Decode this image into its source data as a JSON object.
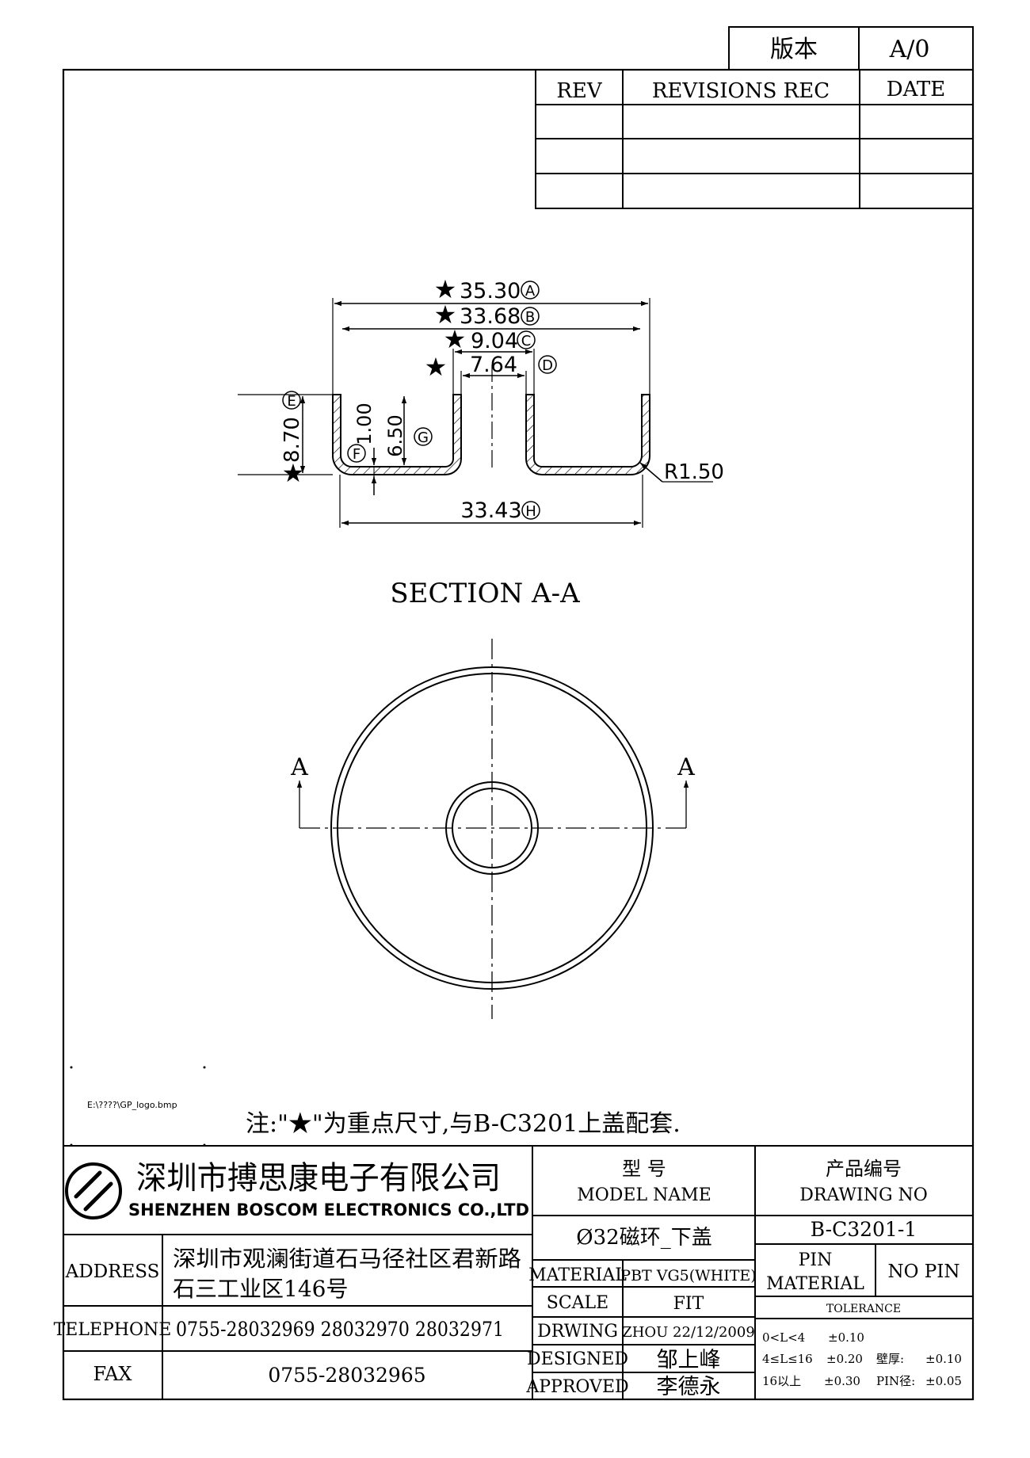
{
  "version_block": {
    "label": "版本",
    "value": "A/0"
  },
  "revisions": {
    "col_rev": "REV",
    "col_rec": "REVISIONS REC",
    "col_date": "DATE"
  },
  "dimensions": {
    "A": "35.30",
    "B": "33.68",
    "C": "9.04",
    "D": "7.64",
    "E": "8.70",
    "F": "1.00",
    "G": "6.50",
    "H": "33.43",
    "R": "R1.50",
    "letters": {
      "A": "A",
      "B": "B",
      "C": "C",
      "D": "D",
      "E": "E",
      "F": "F",
      "G": "G",
      "H": "H"
    },
    "key_mark": "★"
  },
  "section_label": "SECTION A-A",
  "cut_label": "A",
  "logo_path": "E:\\????\\GP_logo.bmp",
  "note": "注:\"★\"为重点尺寸,与B-C3201上盖配套.",
  "company": {
    "name_cn": "深圳市搏思康电子有限公司",
    "name_en": "SHENZHEN BOSCOM ELECTRONICS CO.,LTD",
    "address_label": "ADDRESS",
    "address_line1": "深圳市观澜街道石马径社区君新路",
    "address_line2": "石三工业区146号",
    "telephone_label": "TELEPHONE",
    "telephone": "0755-28032969 28032970 28032971",
    "fax_label": "FAX",
    "fax": "0755-28032965"
  },
  "model": {
    "label_cn": "型 号",
    "label_en": "MODEL NAME",
    "value": "Ø32磁环_下盖"
  },
  "drawing": {
    "label_cn": "产品编号",
    "label_en": "DRAWING NO",
    "value": "B-C3201-1"
  },
  "spec": {
    "material_label": "MATERIAL",
    "material": "PBT VG5(WHITE)",
    "scale_label": "SCALE",
    "scale": "FIT",
    "drwing_label": "DRWING",
    "drwing": "ZHOU 22/12/2009",
    "designed_label": "DESIGNED",
    "designed": "邹上峰",
    "approved_label": "APPROVED",
    "approved": "李德永"
  },
  "pin": {
    "label_top": "PIN",
    "label_bottom": "MATERIAL",
    "value": "NO PIN"
  },
  "tolerance": {
    "label": "TOLERANCE",
    "rows": [
      {
        "range": "0<L<4",
        "value": "±0.10",
        "extra_label": "",
        "extra_value": ""
      },
      {
        "range": "4≤L≤16",
        "value": "±0.20",
        "extra_label": "壁厚:",
        "extra_value": "±0.10"
      },
      {
        "range": "16以上",
        "value": "±0.30",
        "extra_label": "PIN径:",
        "extra_value": "±0.05"
      }
    ]
  }
}
